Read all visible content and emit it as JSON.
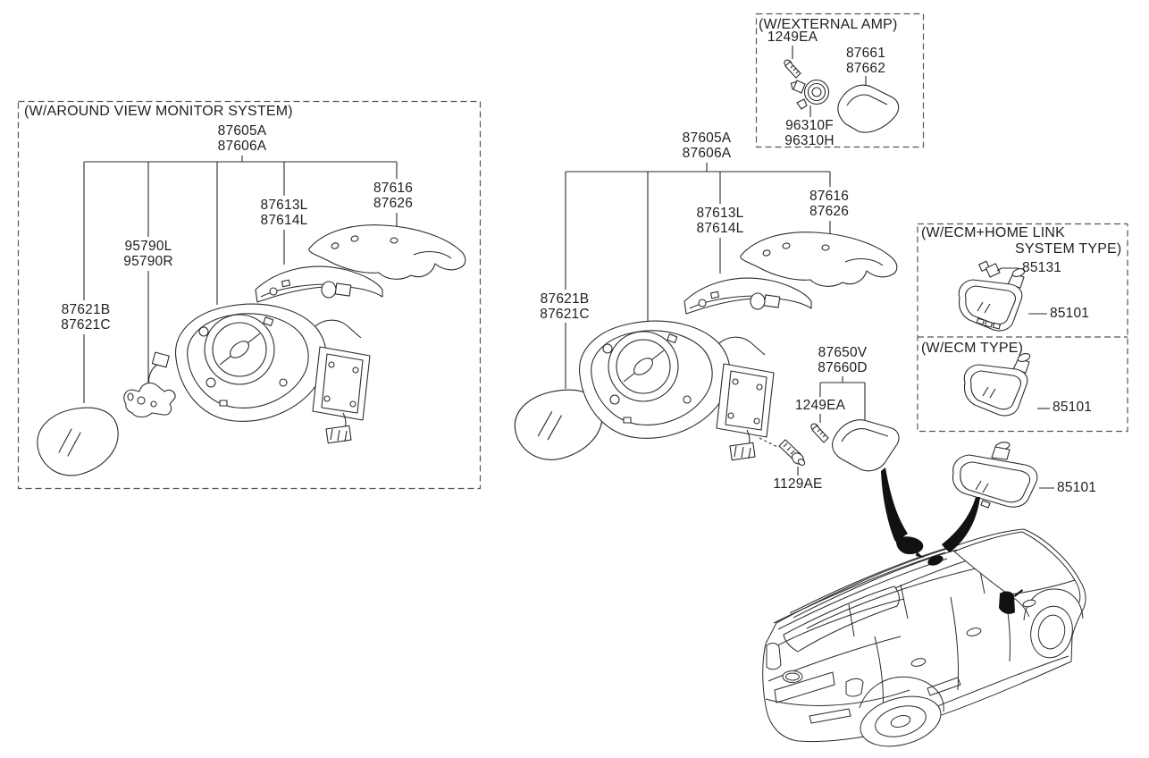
{
  "meta": {
    "background_color": "#ffffff",
    "line_color": "#2b2b2b",
    "dashed_box_color": "#565656"
  },
  "avm_box": {
    "title": "(W/AROUND VIEW MONITOR SYSTEM)",
    "mirror_assembly": {
      "l1": "87605A",
      "l2": "87606A"
    },
    "rear_cover": {
      "l1": "87616",
      "l2": "87626"
    },
    "turn_signal_lamp": {
      "l1": "87613L",
      "l2": "87614L"
    },
    "side_camera": {
      "l1": "95790L",
      "l2": "95790R"
    },
    "mirror_glass": {
      "l1": "87621B",
      "l2": "87621C"
    }
  },
  "external_amp_box": {
    "title": "(W/EXTERNAL AMP)",
    "screw": {
      "l1": "1249EA"
    },
    "cover": {
      "l1": "87661",
      "l2": "87662"
    },
    "speaker": {
      "l1": "96310F",
      "l2": "96310H"
    }
  },
  "standard_mirror": {
    "mirror_assembly": {
      "l1": "87605A",
      "l2": "87606A"
    },
    "rear_cover": {
      "l1": "87616",
      "l2": "87626"
    },
    "turn_signal_lamp": {
      "l1": "87613L",
      "l2": "87614L"
    },
    "mirror_glass": {
      "l1": "87621B",
      "l2": "87621C"
    },
    "quadrant_cover": {
      "l1": "87650V",
      "l2": "87660D"
    },
    "screw": {
      "l1": "1249EA"
    },
    "bolt": {
      "l1": "1129AE"
    }
  },
  "ecm_homelink_box": {
    "title_l1": "(W/ECM+HOME LINK",
    "title_l2": "SYSTEM TYPE)",
    "sensor": {
      "l1": "85131"
    },
    "inside_mirror": {
      "l1": "85101"
    }
  },
  "ecm_box": {
    "title": "(W/ECM TYPE)",
    "inside_mirror": {
      "l1": "85101"
    }
  },
  "standard_inside_mirror": {
    "inside_mirror": {
      "l1": "85101"
    }
  }
}
